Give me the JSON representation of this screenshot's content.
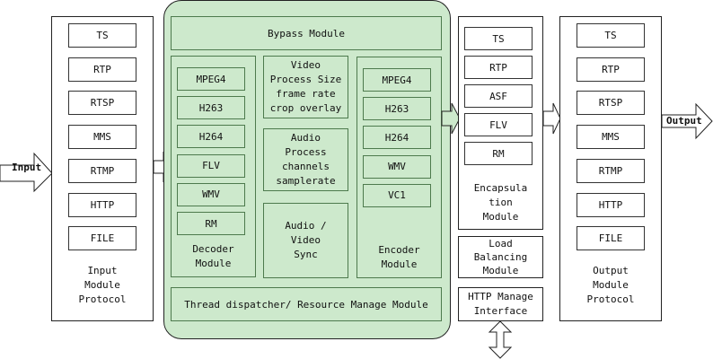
{
  "input_arrow": {
    "label": "Input"
  },
  "output_arrow": {
    "label": "Output"
  },
  "input_module": {
    "protocols": [
      "TS",
      "RTP",
      "RTSP",
      "MMS",
      "RTMP",
      "HTTP",
      "FILE"
    ],
    "caption": "Input\nModule\nProtocol"
  },
  "core": {
    "bypass": "Bypass Module",
    "decoder": {
      "codecs": [
        "MPEG4",
        "H263",
        "H264",
        "FLV",
        "WMV",
        "RM"
      ],
      "caption": "Decoder\nModule"
    },
    "video_process": "Video\nProcess Size\nframe rate\ncrop overlay",
    "audio_process": "Audio\nProcess\nchannels\nsamplerate",
    "av_sync": "Audio /\nVideo\nSync",
    "encoder": {
      "codecs": [
        "MPEG4",
        "H263",
        "H264",
        "WMV",
        "VC1"
      ],
      "caption": "Encoder\nModule"
    },
    "thread_dispatcher": "Thread dispatcher/ Resource Manage Module",
    "fill_color": "#cde9cc",
    "border_color": "#4d7a4d"
  },
  "encapsulation_module": {
    "formats": [
      "TS",
      "RTP",
      "ASF",
      "FLV",
      "RM"
    ],
    "caption": "Encapsula\ntion\nModule"
  },
  "load_balancing": "Load\nBalancing\nModule",
  "http_manage": "HTTP Manage\nInterface",
  "output_module": {
    "protocols": [
      "TS",
      "RTP",
      "RTSP",
      "MMS",
      "RTMP",
      "HTTP",
      "FILE"
    ],
    "caption": "Output\nModule\nProtocol"
  }
}
